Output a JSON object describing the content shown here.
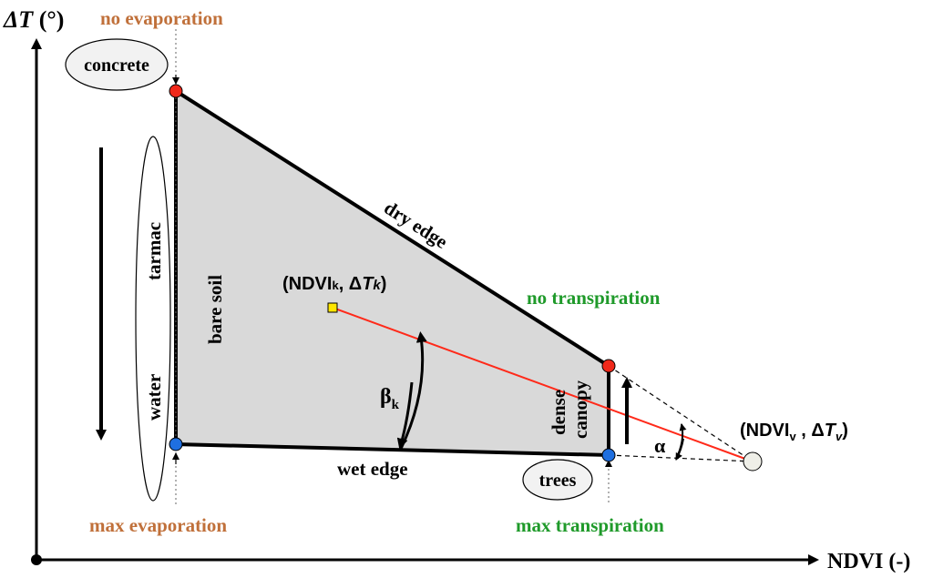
{
  "axes": {
    "y_symbol": "ΔT",
    "y_unit": " (°)",
    "x_label": "NDVI (-)"
  },
  "labels": {
    "no_evaporation": "no evaporation",
    "max_evaporation": "max evaporation",
    "no_transpiration": "no transpiration",
    "max_transpiration": "max transpiration",
    "dry_edge": "dry edge",
    "wet_edge": "wet edge",
    "bare_soil": "bare soil",
    "tarmac": "tarmac",
    "water": "water",
    "concrete": "concrete",
    "trees": "trees",
    "dense": "dense",
    "canopy": "canopy",
    "beta": "β",
    "beta_sub": "k",
    "alpha": "α"
  },
  "points": {
    "pixel_label": "(NDVIk, ΔTk)",
    "pixel_label_parts": {
      "open": "(NDVI",
      "sub1": "k",
      "mid": ", Δ",
      "T": "T",
      "sub2": "k",
      "close": ")"
    },
    "vanishing_label_parts": {
      "open": "(NDVI",
      "sub1": "v",
      "mid": " , Δ",
      "T": "T",
      "sub2": "v",
      "close": ")"
    }
  },
  "colors": {
    "trapezoid_fill": "#d9d9d9",
    "edge": "#000000",
    "red_line": "#ff2a1a",
    "dot_red": "#f0281a",
    "dot_blue": "#1f6fe0",
    "label_brown": "#c0703a",
    "label_green": "#1f9a2a",
    "pixel_marker": "#ffe600"
  }
}
